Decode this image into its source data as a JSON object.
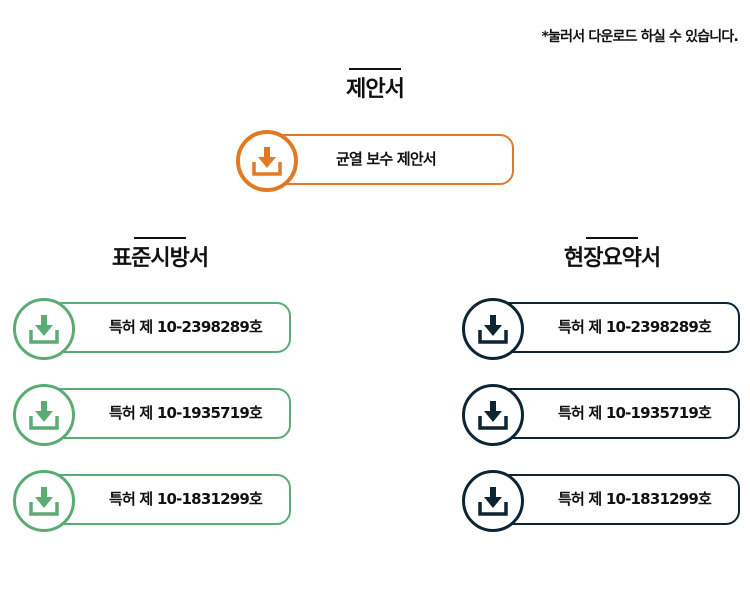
{
  "notice": "*눌러서 다운로드 하실 수 있습니다.",
  "colors": {
    "proposal": "#e27a25",
    "standard": "#5aac74",
    "summary": "#0d2433"
  },
  "icons": {
    "download": "download-icon"
  },
  "sections": {
    "proposal": {
      "title": "제안서",
      "items": [
        {
          "label": "균열 보수 제안서"
        }
      ]
    },
    "standard": {
      "title": "표준시방서",
      "items": [
        {
          "label": "특허 제 10-2398289호"
        },
        {
          "label": "특허 제 10-1935719호"
        },
        {
          "label": "특허 제 10-1831299호"
        }
      ]
    },
    "summary": {
      "title": "현장요약서",
      "items": [
        {
          "label": "특허 제 10-2398289호"
        },
        {
          "label": "특허 제 10-1935719호"
        },
        {
          "label": "특허 제 10-1831299호"
        }
      ]
    }
  }
}
